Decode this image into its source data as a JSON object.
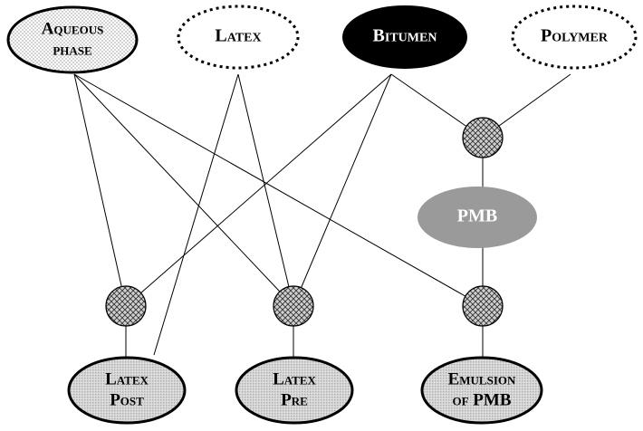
{
  "nodes": {
    "aqueous_phase": {
      "line1": "Aqueous",
      "line2": "phase"
    },
    "latex": {
      "label": "Latex"
    },
    "bitumen": {
      "label": "Bitumen"
    },
    "polymer": {
      "label": "Polymer"
    },
    "pmb": {
      "label": "PMB"
    },
    "latex_post": {
      "line1": "Latex",
      "line2": "Post"
    },
    "latex_pre": {
      "line1": "Latex",
      "line2": "Pre"
    },
    "emulsion_pmb": {
      "line1": "Emulsion",
      "line2": "of PMB"
    }
  },
  "colors": {
    "bitumen_fill": "#000000",
    "pmb_fill": "#9a9a9a",
    "stroke": "#000000",
    "junction_fill": "#c8c8c8"
  }
}
